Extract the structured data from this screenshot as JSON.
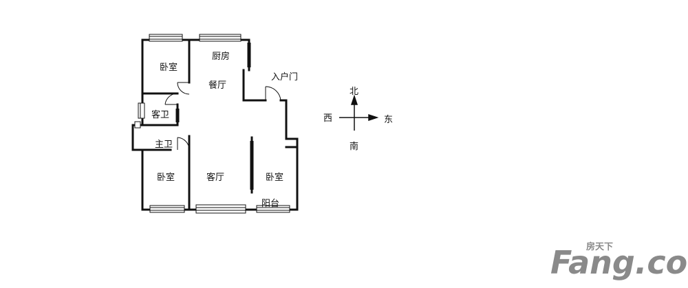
{
  "rooms": {
    "bedroom_nw": "卧室",
    "kitchen": "厨房",
    "dining": "餐厅",
    "guest_bath": "客卫",
    "master_bath": "主卫",
    "bedroom_sw": "卧室",
    "living": "客厅",
    "bedroom_e": "卧室",
    "balcony": "阳台"
  },
  "entrance": "入户门",
  "compass": {
    "north": "北",
    "south": "南",
    "east": "东",
    "west": "西"
  },
  "watermark": {
    "brand": "Fang.com",
    "small": "房天下"
  }
}
